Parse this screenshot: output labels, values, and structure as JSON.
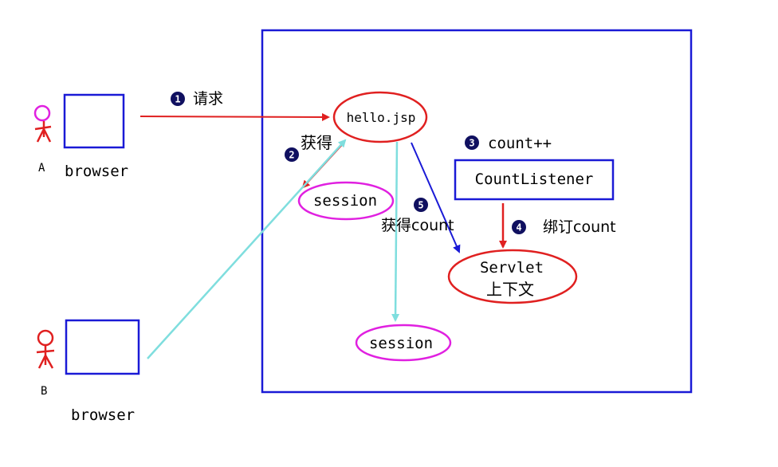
{
  "users": [
    {
      "letter": "A",
      "label": "browser"
    },
    {
      "letter": "B",
      "label": "browser"
    }
  ],
  "nodes": {
    "hello_jsp": "hello.jsp",
    "session_a": "session",
    "session_b": "session",
    "count_listener": "CountListener",
    "servlet_line1": "Servlet",
    "servlet_line2": "上下文"
  },
  "steps": [
    {
      "num": "1",
      "label": "请求"
    },
    {
      "num": "2",
      "label": "获得"
    },
    {
      "num": "3",
      "label": "count++"
    },
    {
      "num": "4",
      "label": "绑订count"
    },
    {
      "num": "5",
      "label": "获得count"
    }
  ],
  "colors": {
    "frame": "#1a1ad6",
    "red": "#e02020",
    "magenta": "#e020e0",
    "cyan": "#7fdede",
    "blue": "#1a1ad6",
    "badge": "#101060"
  }
}
